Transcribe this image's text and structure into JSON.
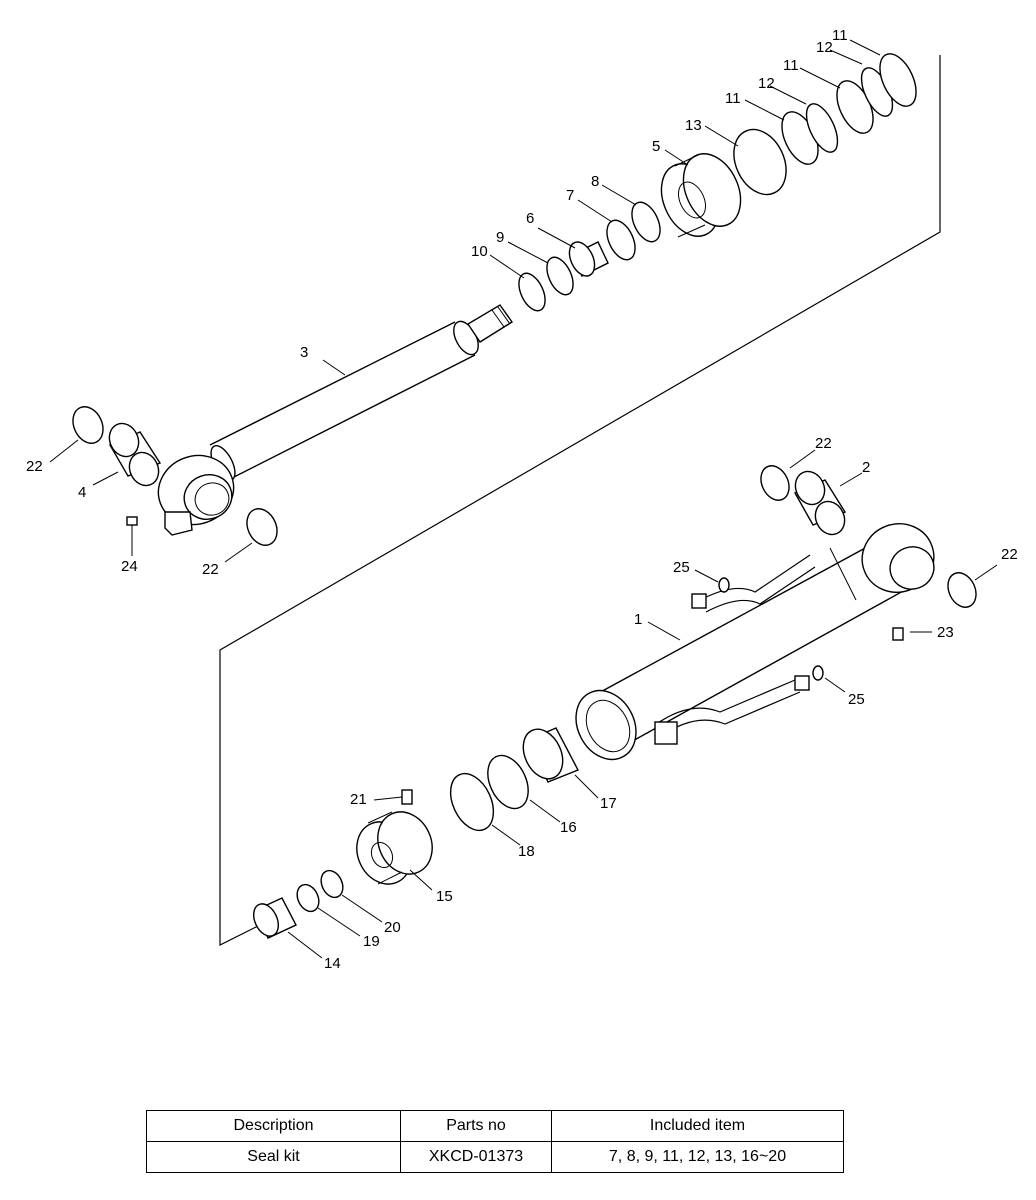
{
  "callouts": {
    "c1": "1",
    "c2": "2",
    "c3": "3",
    "c4": "4",
    "c5": "5",
    "c6": "6",
    "c7": "7",
    "c8": "8",
    "c9": "9",
    "c10": "10",
    "c11": "11",
    "c12": "12",
    "c13": "13",
    "c14": "14",
    "c15": "15",
    "c16": "16",
    "c17": "17",
    "c18": "18",
    "c19": "19",
    "c20": "20",
    "c21": "21",
    "c22": "22",
    "c23": "23",
    "c24": "24",
    "c25": "25"
  },
  "table": {
    "headers": [
      "Description",
      "Parts no",
      "Included item"
    ],
    "rows": [
      [
        "Seal kit",
        "XKCD-01373",
        "7, 8, 9, 11, 12, 13, 16~20"
      ]
    ]
  }
}
